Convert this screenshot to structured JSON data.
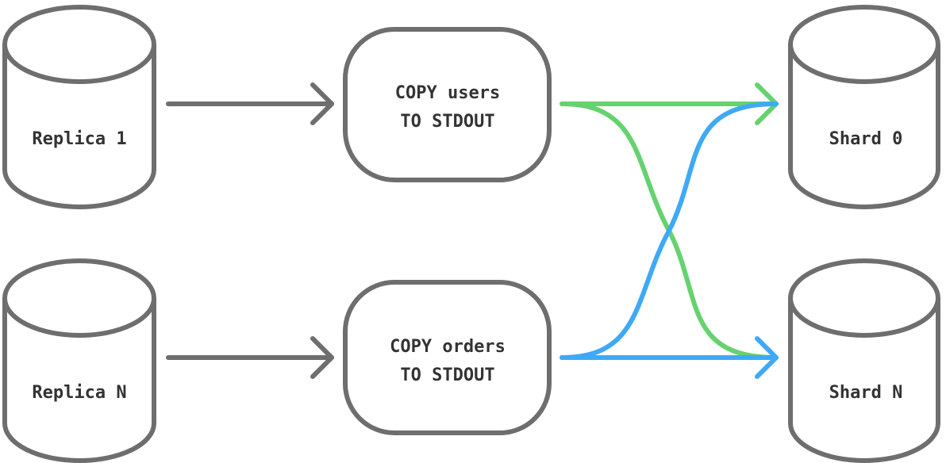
{
  "colors": {
    "outline": "#6e6e6e",
    "text": "#333333",
    "green": "#66d26f",
    "blue": "#3fa9f5",
    "background": "#ffffff"
  },
  "replicas": [
    {
      "label": "Replica 1"
    },
    {
      "label": "Replica N"
    }
  ],
  "copy_steps": [
    {
      "line1": "COPY users",
      "line2": "TO STDOUT"
    },
    {
      "line1": "COPY orders",
      "line2": "TO STDOUT"
    }
  ],
  "shards": [
    {
      "label": "Shard 0"
    },
    {
      "label": "Shard N"
    }
  ]
}
